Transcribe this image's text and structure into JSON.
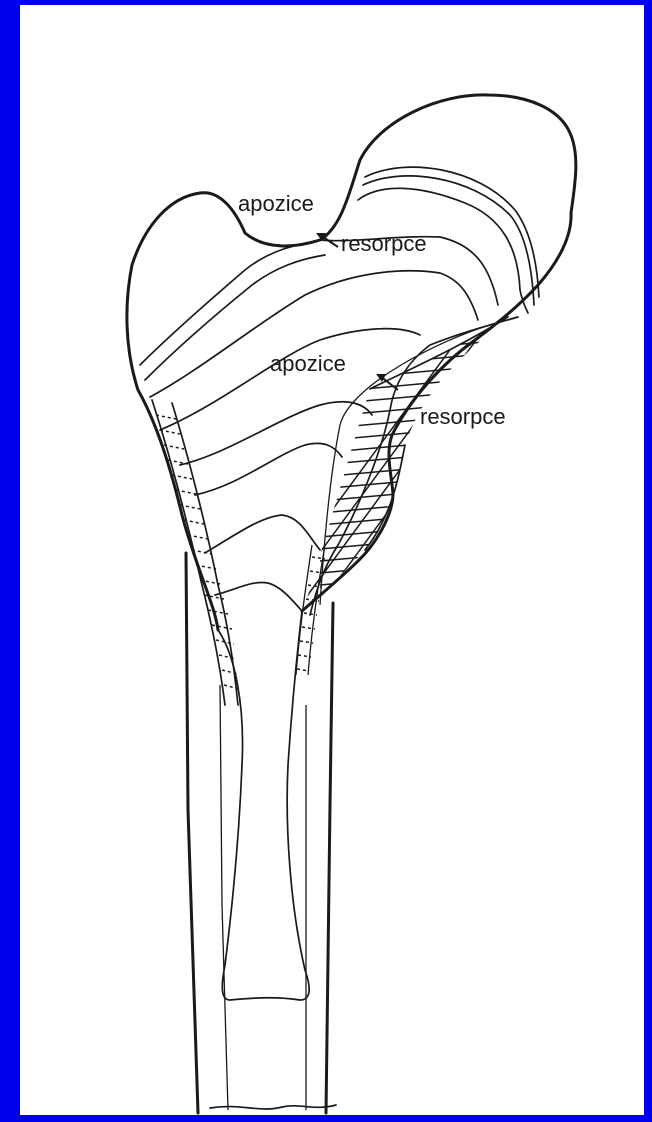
{
  "labels": {
    "apposition_top": "apozice",
    "resorption_top": "resorpce",
    "apposition_mid": "apozice",
    "resorption_mid": "resorpce"
  },
  "colors": {
    "slide_background": "#0000ee",
    "panel_background": "#ffffff",
    "line": "#1a1a1a"
  }
}
